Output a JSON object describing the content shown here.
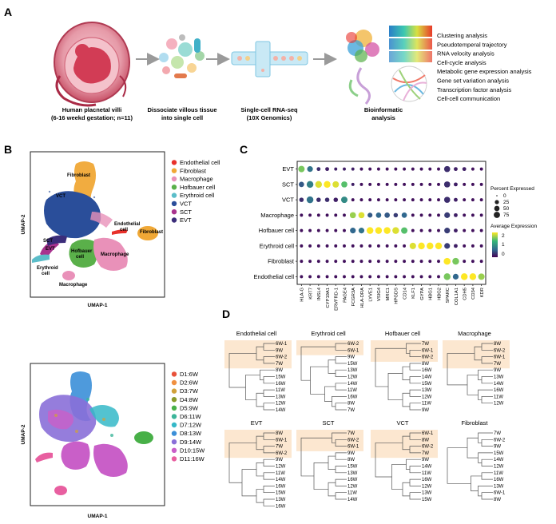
{
  "panel_labels": {
    "a": "A",
    "b": "B",
    "c": "C",
    "d": "D"
  },
  "workflow": {
    "step1_line1": "Human placnetal villi",
    "step1_line2": "(6-16 weekd gestation; n=11)",
    "step2_line1": "Dissociate villous tissue",
    "step2_line2": "into single cell",
    "step3_line1": "Single-cell RNA-seq",
    "step3_line2": "(10X Genomics)",
    "step4_line1": "Bioinformatic",
    "step4_line2": "analysis"
  },
  "analyses": [
    "Clustering analysis",
    "Pseudotemperal trajectory",
    "RNA velocity analysis",
    "Cell-cycle analysis",
    "Metabolic gene expression analysis",
    "Gene set variation analysis",
    "Transcription factor analysis",
    "Cell-cell communication"
  ],
  "umap_celltype": {
    "xlabel": "UMAP-1",
    "ylabel": "UMAP-2",
    "legend": [
      {
        "label": "Endothelial cell",
        "color": "#e8312a"
      },
      {
        "label": "Fibroblast",
        "color": "#f0a836"
      },
      {
        "label": "Macrophage",
        "color": "#e991b9"
      },
      {
        "label": "Hofbauer cell",
        "color": "#5ab04a"
      },
      {
        "label": "Erythroid cell",
        "color": "#5bbdc9"
      },
      {
        "label": "VCT",
        "color": "#2a4e9a"
      },
      {
        "label": "SCT",
        "color": "#a8338e"
      },
      {
        "label": "EVT",
        "color": "#3b2d7a"
      }
    ],
    "cluster_labels": {
      "fibroblast": "Fibroblast",
      "fibroblast2": "Fibroblast",
      "endo": "Endothelial\ncell",
      "vct": "VCT",
      "sct": "SCT",
      "evt": "EVT",
      "erythroid": "Erythroid\ncell",
      "hofbauer": "Hofbauer\ncell",
      "macrophage": "Macrophage",
      "macrophage2": "Macrophage"
    }
  },
  "umap_sample": {
    "xlabel": "UMAP-1",
    "ylabel": "UMAP-2",
    "legend": [
      {
        "label": "D1:6W",
        "color": "#e8513a"
      },
      {
        "label": "D2:6W",
        "color": "#f09040"
      },
      {
        "label": "D3:7W",
        "color": "#d1a13a"
      },
      {
        "label": "D4:8W",
        "color": "#8a9a2a"
      },
      {
        "label": "D5:9W",
        "color": "#48b048"
      },
      {
        "label": "D6:11W",
        "color": "#3cb59a"
      },
      {
        "label": "D7:12W",
        "color": "#35b8c8"
      },
      {
        "label": "D8:13W",
        "color": "#3b8fd8"
      },
      {
        "label": "D9:14W",
        "color": "#8a6fd8"
      },
      {
        "label": "D10:15W",
        "color": "#c95fc8"
      },
      {
        "label": "D11:16W",
        "color": "#e85fa0"
      }
    ]
  },
  "chart_data": {
    "type": "dotplot",
    "rows": [
      "EVT",
      "SCT",
      "VCT",
      "Macrophage",
      "Hofbauer cell",
      "Erythroid cell",
      "Fibroblast",
      "Endothelial cell"
    ],
    "genes": [
      "HLA-G",
      "KRT7",
      "INSL4",
      "CYP19A1",
      "ERVFRD-1",
      "PAGE4",
      "FCGR3A",
      "HLA-DRA",
      "LYVE1",
      "VSIG4",
      "MRC1",
      "HPGDS",
      "CD14",
      "KLF1",
      "GYPA",
      "HBG1",
      "HBG2",
      "SPARC",
      "COL1A1",
      "CDH5",
      "CD34",
      "KDR"
    ],
    "size_legend": {
      "title": "Percent Expressed",
      "values": [
        "0",
        "25",
        "50",
        "75"
      ]
    },
    "color_legend": {
      "title": "Average Expression",
      "ticks": [
        "2",
        "1",
        "0"
      ],
      "colors": [
        "#fde725",
        "#35b779",
        "#31688e",
        "#440154"
      ]
    },
    "dots": [
      [
        [
          0.8,
          1.6
        ],
        [
          0.6,
          0.8
        ],
        [
          0.2,
          0.3
        ],
        [
          0.2,
          0.2
        ],
        [
          0.1,
          0.2
        ],
        [
          0.1,
          0.2
        ],
        [
          0.1,
          0.2
        ],
        [
          0.1,
          0.1
        ],
        [
          0.1,
          0.1
        ],
        [
          0.1,
          0.1
        ],
        [
          0.1,
          0.1
        ],
        [
          0.1,
          0.1
        ],
        [
          0.1,
          0.1
        ],
        [
          0.1,
          0.1
        ],
        [
          0.1,
          0.1
        ],
        [
          0.1,
          0.1
        ],
        [
          0.1,
          0.1
        ],
        [
          0.7,
          0.3
        ],
        [
          0.2,
          0.2
        ],
        [
          0.2,
          0.2
        ],
        [
          0.1,
          0.1
        ],
        [
          0.1,
          0.1
        ]
      ],
      [
        [
          0.5,
          0.6
        ],
        [
          0.9,
          0.9
        ],
        [
          0.9,
          1.9
        ],
        [
          0.9,
          2.0
        ],
        [
          0.8,
          1.9
        ],
        [
          0.7,
          1.5
        ],
        [
          0.1,
          0.2
        ],
        [
          0.1,
          0.1
        ],
        [
          0.1,
          0.1
        ],
        [
          0.1,
          0.1
        ],
        [
          0.1,
          0.1
        ],
        [
          0.1,
          0.1
        ],
        [
          0.1,
          0.1
        ],
        [
          0.1,
          0.1
        ],
        [
          0.1,
          0.1
        ],
        [
          0.1,
          0.1
        ],
        [
          0.1,
          0.1
        ],
        [
          0.7,
          0.3
        ],
        [
          0.2,
          0.2
        ],
        [
          0.1,
          0.1
        ],
        [
          0.1,
          0.1
        ],
        [
          0.1,
          0.1
        ]
      ],
      [
        [
          0.3,
          0.3
        ],
        [
          0.9,
          0.8
        ],
        [
          0.3,
          0.3
        ],
        [
          0.3,
          0.3
        ],
        [
          0.3,
          0.2
        ],
        [
          0.8,
          1.0
        ],
        [
          0.1,
          0.1
        ],
        [
          0.1,
          0.1
        ],
        [
          0.1,
          0.1
        ],
        [
          0.1,
          0.1
        ],
        [
          0.1,
          0.1
        ],
        [
          0.1,
          0.1
        ],
        [
          0.1,
          0.1
        ],
        [
          0.1,
          0.1
        ],
        [
          0.1,
          0.1
        ],
        [
          0.1,
          0.1
        ],
        [
          0.1,
          0.1
        ],
        [
          0.7,
          0.3
        ],
        [
          0.2,
          0.2
        ],
        [
          0.1,
          0.1
        ],
        [
          0.1,
          0.1
        ],
        [
          0.1,
          0.1
        ]
      ],
      [
        [
          0.1,
          0.1
        ],
        [
          0.1,
          0.1
        ],
        [
          0.1,
          0.1
        ],
        [
          0.1,
          0.1
        ],
        [
          0.1,
          0.1
        ],
        [
          0.1,
          0.1
        ],
        [
          0.7,
          1.7
        ],
        [
          0.7,
          1.9
        ],
        [
          0.4,
          0.6
        ],
        [
          0.5,
          0.7
        ],
        [
          0.5,
          0.6
        ],
        [
          0.3,
          0.4
        ],
        [
          0.5,
          0.7
        ],
        [
          0.1,
          0.1
        ],
        [
          0.1,
          0.1
        ],
        [
          0.1,
          0.1
        ],
        [
          0.1,
          0.1
        ],
        [
          0.6,
          0.4
        ],
        [
          0.2,
          0.2
        ],
        [
          0.1,
          0.1
        ],
        [
          0.1,
          0.1
        ],
        [
          0.1,
          0.1
        ]
      ],
      [
        [
          0.1,
          0.1
        ],
        [
          0.1,
          0.1
        ],
        [
          0.1,
          0.1
        ],
        [
          0.1,
          0.1
        ],
        [
          0.1,
          0.1
        ],
        [
          0.1,
          0.1
        ],
        [
          0.6,
          0.7
        ],
        [
          0.6,
          0.8
        ],
        [
          0.9,
          2.0
        ],
        [
          0.9,
          2.0
        ],
        [
          0.9,
          2.0
        ],
        [
          0.9,
          1.9
        ],
        [
          0.8,
          1.5
        ],
        [
          0.1,
          0.1
        ],
        [
          0.1,
          0.1
        ],
        [
          0.1,
          0.1
        ],
        [
          0.1,
          0.1
        ],
        [
          0.6,
          0.4
        ],
        [
          0.2,
          0.2
        ],
        [
          0.1,
          0.1
        ],
        [
          0.1,
          0.1
        ],
        [
          0.1,
          0.1
        ]
      ],
      [
        [
          0.1,
          0.1
        ],
        [
          0.1,
          0.1
        ],
        [
          0.1,
          0.1
        ],
        [
          0.1,
          0.1
        ],
        [
          0.1,
          0.1
        ],
        [
          0.1,
          0.1
        ],
        [
          0.1,
          0.1
        ],
        [
          0.1,
          0.1
        ],
        [
          0.1,
          0.1
        ],
        [
          0.1,
          0.1
        ],
        [
          0.1,
          0.1
        ],
        [
          0.1,
          0.1
        ],
        [
          0.1,
          0.1
        ],
        [
          0.8,
          1.9
        ],
        [
          0.9,
          2.0
        ],
        [
          0.9,
          2.0
        ],
        [
          0.9,
          2.0
        ],
        [
          0.6,
          0.4
        ],
        [
          0.2,
          0.2
        ],
        [
          0.1,
          0.1
        ],
        [
          0.1,
          0.1
        ],
        [
          0.1,
          0.1
        ]
      ],
      [
        [
          0.1,
          0.1
        ],
        [
          0.1,
          0.1
        ],
        [
          0.1,
          0.1
        ],
        [
          0.1,
          0.1
        ],
        [
          0.1,
          0.1
        ],
        [
          0.1,
          0.1
        ],
        [
          0.1,
          0.1
        ],
        [
          0.1,
          0.1
        ],
        [
          0.1,
          0.1
        ],
        [
          0.1,
          0.1
        ],
        [
          0.1,
          0.1
        ],
        [
          0.1,
          0.1
        ],
        [
          0.1,
          0.1
        ],
        [
          0.1,
          0.1
        ],
        [
          0.1,
          0.1
        ],
        [
          0.1,
          0.1
        ],
        [
          0.1,
          0.1
        ],
        [
          0.95,
          2.0
        ],
        [
          0.9,
          1.6
        ],
        [
          0.1,
          0.1
        ],
        [
          0.1,
          0.1
        ],
        [
          0.1,
          0.1
        ]
      ],
      [
        [
          0.1,
          0.1
        ],
        [
          0.1,
          0.1
        ],
        [
          0.1,
          0.1
        ],
        [
          0.1,
          0.1
        ],
        [
          0.1,
          0.1
        ],
        [
          0.1,
          0.1
        ],
        [
          0.1,
          0.1
        ],
        [
          0.1,
          0.1
        ],
        [
          0.1,
          0.1
        ],
        [
          0.1,
          0.1
        ],
        [
          0.1,
          0.1
        ],
        [
          0.1,
          0.1
        ],
        [
          0.1,
          0.1
        ],
        [
          0.1,
          0.1
        ],
        [
          0.1,
          0.1
        ],
        [
          0.1,
          0.1
        ],
        [
          0.1,
          0.1
        ],
        [
          0.9,
          1.6
        ],
        [
          0.6,
          0.7
        ],
        [
          0.9,
          2.0
        ],
        [
          0.9,
          2.0
        ],
        [
          0.8,
          1.7
        ]
      ]
    ]
  },
  "dendrograms": [
    {
      "title": "Endothelial cell",
      "leaves": [
        "6W-1",
        "9W",
        "6W-2",
        "7W",
        "8W",
        "15W",
        "16W",
        "11W",
        "13W",
        "12W",
        "14W"
      ],
      "highlight": 4
    },
    {
      "title": "Erythroid cell",
      "leaves": [
        "6W-2",
        "6W-1",
        "9W",
        "15W",
        "13W",
        "12W",
        "14W",
        "11W",
        "16W",
        "8W",
        "7W"
      ],
      "highlight": 2
    },
    {
      "title": "Hofbauer cell",
      "leaves": [
        "7W",
        "6W-1",
        "6W-2",
        "8W",
        "16W",
        "14W",
        "15W",
        "13W",
        "12W",
        "11W",
        "9W"
      ],
      "highlight": 3
    },
    {
      "title": "Macrophage",
      "leaves": [
        "8W",
        "6W-2",
        "6W-1",
        "7W",
        "9W",
        "13W",
        "14W",
        "16W",
        "11W",
        "12W"
      ],
      "highlight": 4
    },
    {
      "title": "EVT",
      "leaves": [
        "8W",
        "6W-1",
        "7W",
        "6W-2",
        "9W",
        "12W",
        "11W",
        "14W",
        "16W",
        "15W",
        "13W",
        "16W"
      ],
      "highlight": 4
    },
    {
      "title": "SCT",
      "leaves": [
        "7W",
        "6W-2",
        "6W-1",
        "9W",
        "8W",
        "15W",
        "13W",
        "16W",
        "12W",
        "11W",
        "14W"
      ],
      "highlight": 3
    },
    {
      "title": "VCT",
      "leaves": [
        "6W-1",
        "8W",
        "6W-2",
        "7W",
        "9W",
        "14W",
        "11W",
        "16W",
        "12W",
        "13W",
        "15W"
      ],
      "highlight": 4
    },
    {
      "title": "Fibroblast",
      "leaves": [
        "7W",
        "6W-2",
        "9W",
        "15W",
        "14W",
        "12W",
        "11W",
        "16W",
        "13W",
        "6W-1",
        "8W"
      ],
      "highlight": 0
    }
  ]
}
